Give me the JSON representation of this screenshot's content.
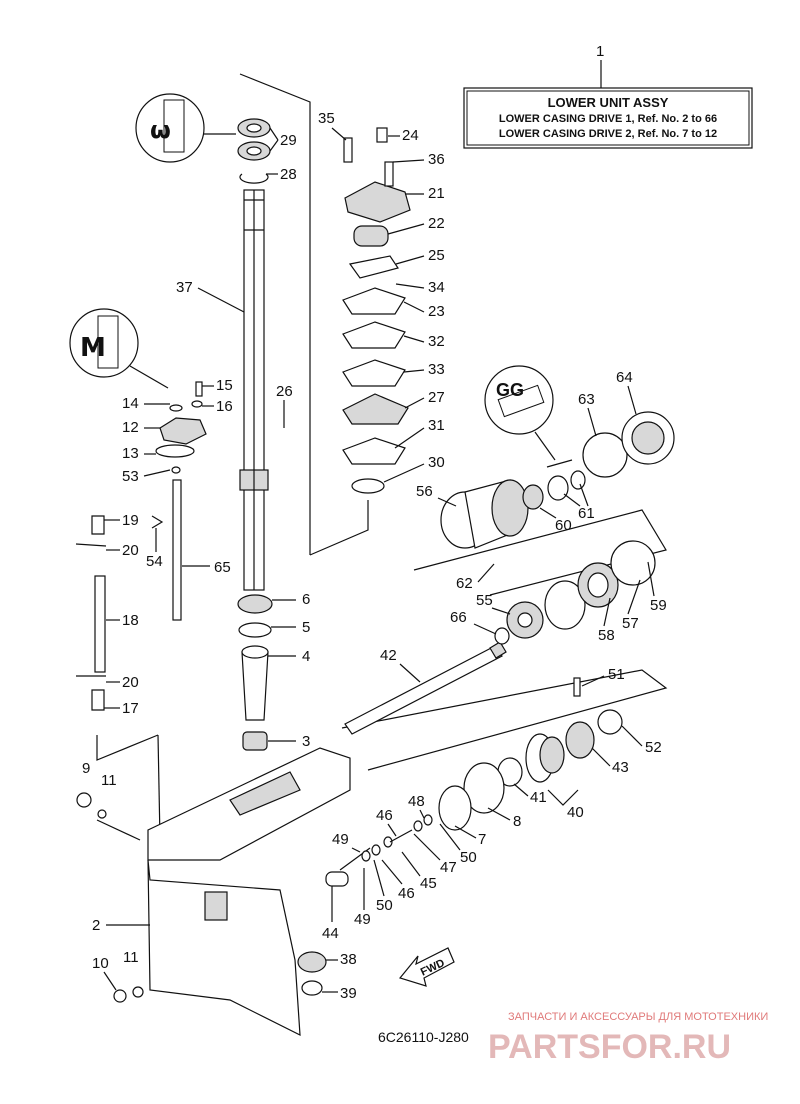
{
  "title_box": {
    "ref": "1",
    "title": "LOWER UNIT ASSY",
    "line1": "LOWER CASING DRIVE 1,  Ref. No. 2 to 66",
    "line2": "LOWER CASING DRIVE 2,  Ref. No. 7 to 12"
  },
  "diagram_code": "6C26110-J280",
  "fwd_label": "FWD",
  "watermark": {
    "tagline": "ЗАПЧАСТИ И АКСЕССУАРЫ ДЛЯ МОТОТЕХНИКИ",
    "brand": "PARTSFOR.RU"
  },
  "part_labels": [
    "2",
    "3",
    "4",
    "5",
    "6",
    "7",
    "8",
    "9",
    "10",
    "11",
    "11",
    "12",
    "13",
    "14",
    "15",
    "16",
    "17",
    "18",
    "19",
    "20",
    "20",
    "21",
    "22",
    "23",
    "24",
    "25",
    "26",
    "27",
    "28",
    "29",
    "30",
    "31",
    "32",
    "33",
    "34",
    "35",
    "36",
    "37",
    "38",
    "39",
    "40",
    "41",
    "42",
    "43",
    "44",
    "45",
    "46",
    "46",
    "47",
    "48",
    "49",
    "49",
    "50",
    "50",
    "51",
    "52",
    "53",
    "54",
    "55",
    "56",
    "57",
    "58",
    "59",
    "60",
    "61",
    "62",
    "63",
    "64",
    "65",
    "66"
  ],
  "colors": {
    "ink": "#111111",
    "watermark": "#e07a7a",
    "shade": "#d8d8d8"
  }
}
